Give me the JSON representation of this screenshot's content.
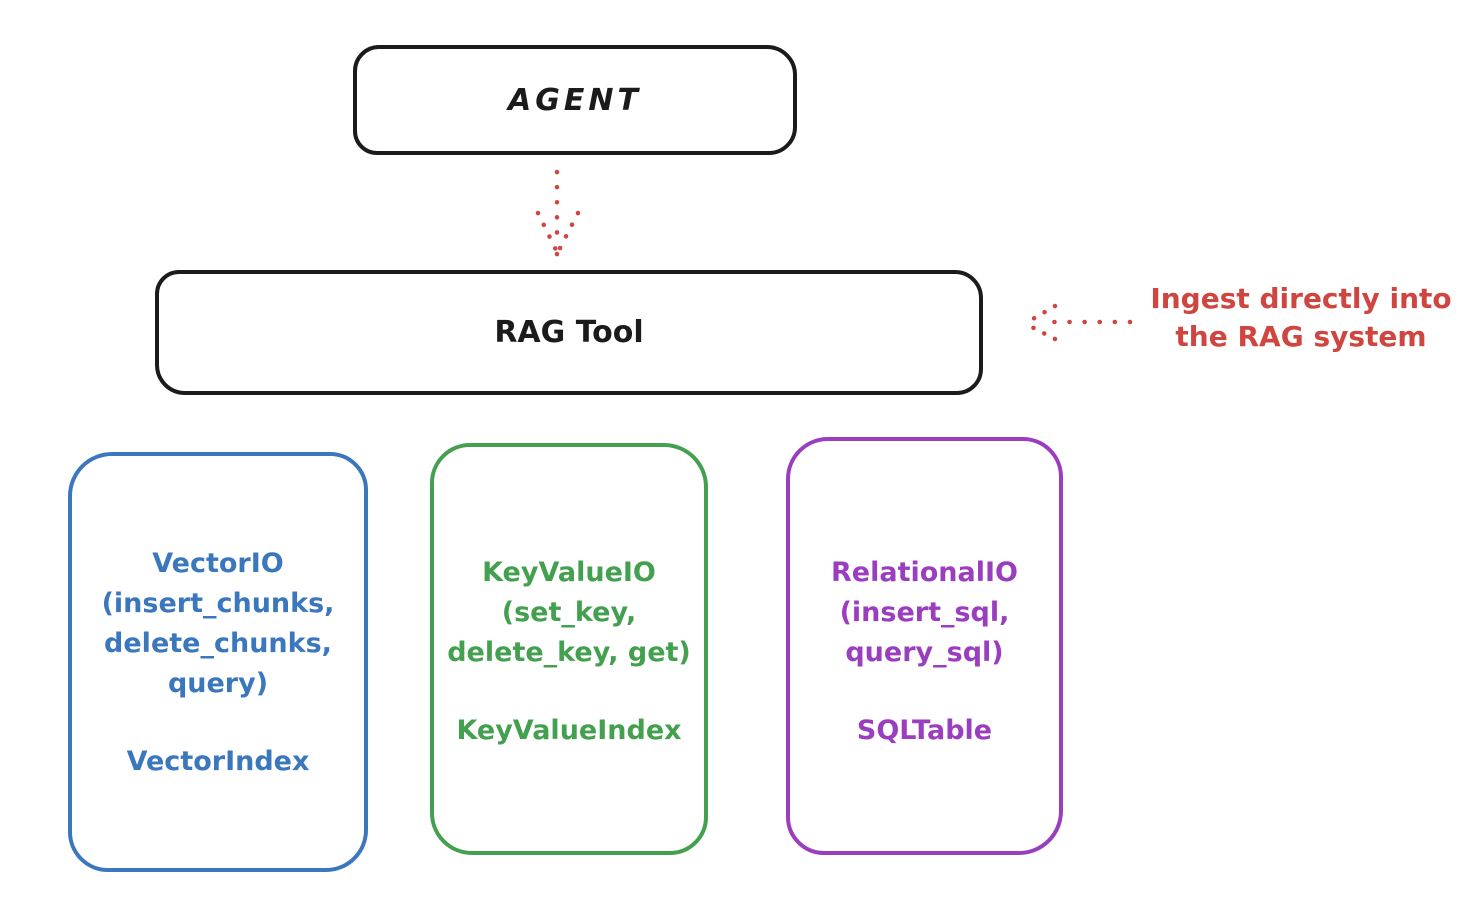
{
  "colors": {
    "ink": "#1b1b1b",
    "red": "#cf4540",
    "blue": "#3a77bd",
    "green": "#43a04e",
    "purple": "#9b3dbf",
    "background": "#ffffff"
  },
  "agent_box": {
    "label": "AGENT"
  },
  "rag_tool_box": {
    "label": "RAG Tool"
  },
  "ingest_annotation": {
    "text": "Ingest directly into\nthe RAG system"
  },
  "io_boxes": {
    "vector": {
      "body": "VectorIO\n(insert_chunks,\ndelete_chunks,\nquery)",
      "index_label": "VectorIndex"
    },
    "keyvalue": {
      "body": "KeyValueIO\n(set_key,\ndelete_key, get)",
      "index_label": "KeyValueIndex"
    },
    "relational": {
      "body": "RelationalIO\n(insert_sql,\nquery_sql)",
      "index_label": "SQLTable"
    }
  }
}
